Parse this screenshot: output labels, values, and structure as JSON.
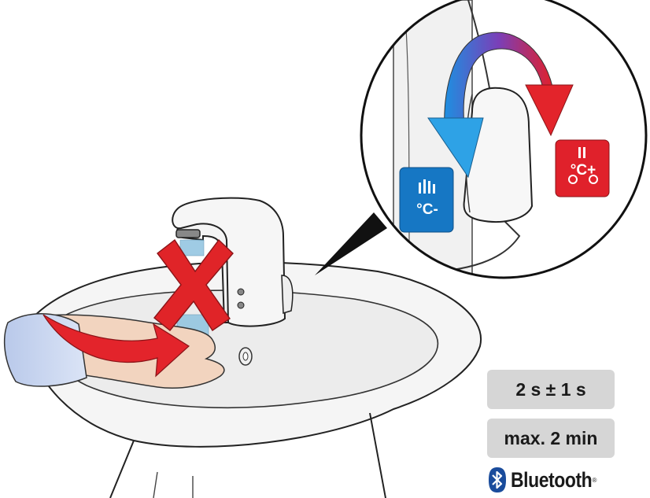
{
  "labels": {
    "duration": "2 s ± 1 s",
    "max_time": "max. 2 min",
    "bluetooth": "Bluetooth",
    "registered": "®"
  },
  "icons": {
    "cold_label": "°C-",
    "hot_label": "°C+"
  },
  "colors": {
    "cold": "#1677c4",
    "hot": "#e0212b",
    "cross": "#e02428",
    "badge": "#d6d6d6"
  }
}
